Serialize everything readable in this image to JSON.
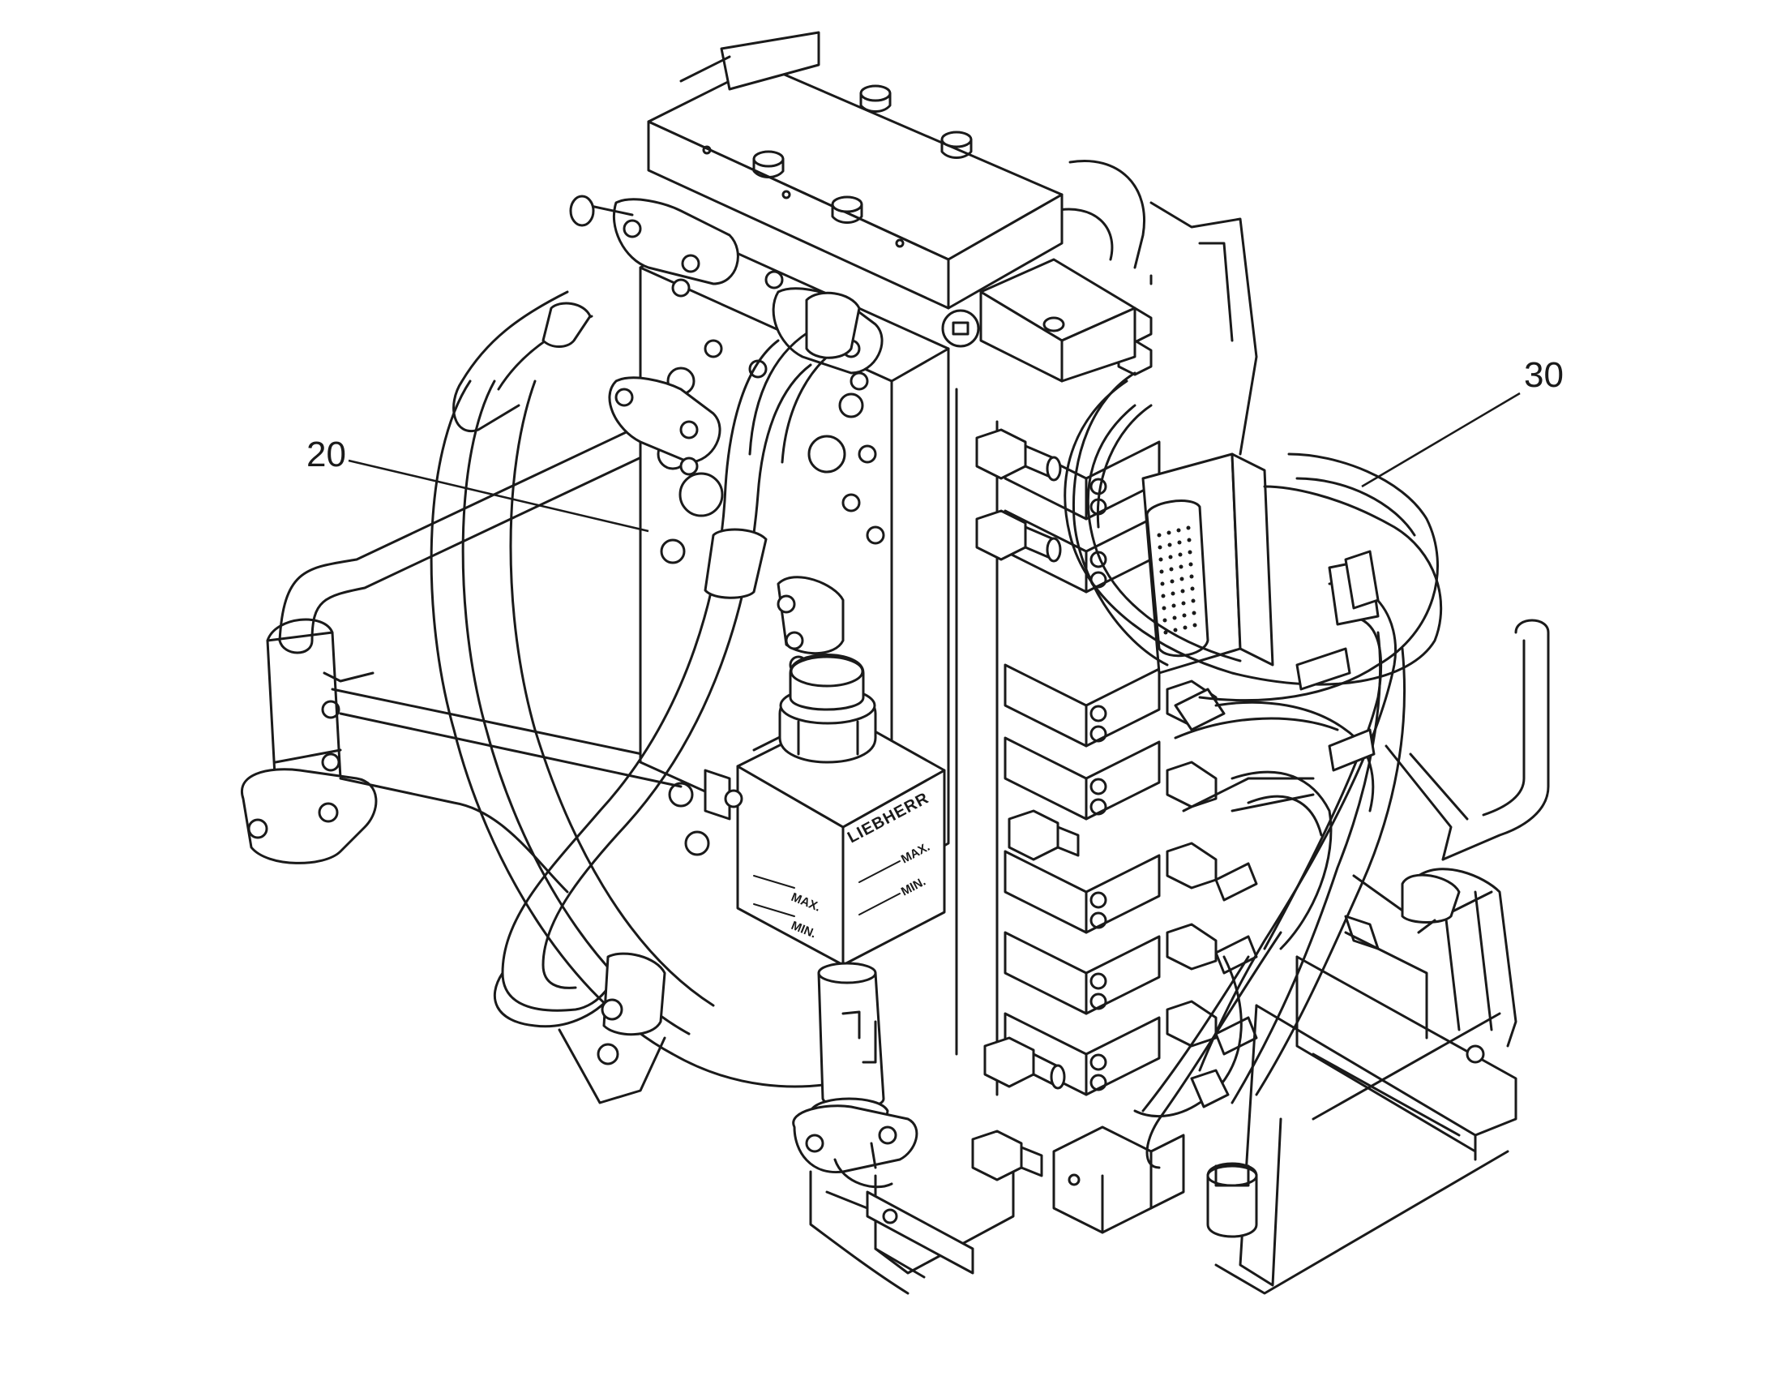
{
  "callouts": [
    {
      "id": "callout-20",
      "label": "20"
    },
    {
      "id": "callout-30",
      "label": "30"
    }
  ],
  "tank": {
    "brand": "LIEBHERR",
    "front_max": "MAX.",
    "front_min": "MIN.",
    "side_max": "MAX.",
    "side_min": "MIN."
  },
  "colors": {
    "line": "#1a1a1a",
    "background": "#ffffff"
  }
}
